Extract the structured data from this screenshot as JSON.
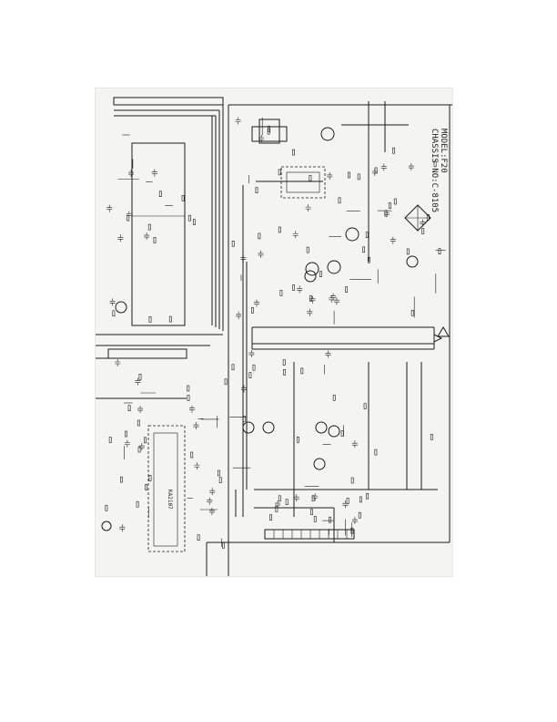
{
  "document": {
    "title_block": {
      "line1": "MODEL:F20",
      "line2": "CHASSIS NO:C-8105"
    },
    "ic_labels": {
      "lower_left_ic": "KA2107"
    },
    "stamps": {
      "ground_symbol": "⏚"
    }
  }
}
